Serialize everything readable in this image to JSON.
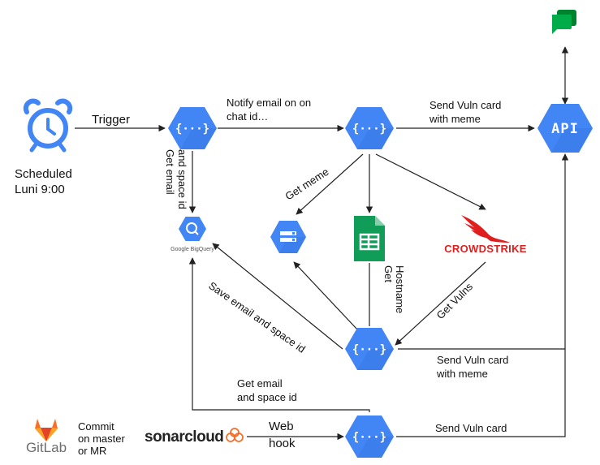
{
  "nodes": {
    "scheduler": {
      "label_line1": "Scheduled",
      "label_line2": "Luni 9:00"
    },
    "function": {
      "symbol": "{···}"
    },
    "api": {
      "label": "API"
    },
    "bigquery": {
      "label": "Google BigQuery"
    },
    "crowdstrike": {
      "label": "CROWDSTRIKE"
    },
    "gitlab": {
      "label": "GitLab"
    },
    "sonarcloud": {
      "label": "sonarcloud"
    }
  },
  "edges": {
    "trigger": "Trigger",
    "notify": {
      "line1": "Notify email on on",
      "line2": "chat id…"
    },
    "send_vuln_meme_top": {
      "line1": "Send Vuln card",
      "line2": "with meme"
    },
    "get_email_space": {
      "line1": "Get email",
      "line2": "and space id"
    },
    "get_meme": "Get meme",
    "get_hostname": {
      "line1": "Get",
      "line2": "Hostname"
    },
    "get_vulns": "Get Vulns",
    "save_email": "Save email and space id",
    "send_vuln_meme_bottom": {
      "line1": "Send Vuln card",
      "line2": "with meme"
    },
    "get_email_space_bottom": {
      "line1": "Get email",
      "line2": "and space id"
    },
    "commit": {
      "line1": "Commit",
      "line2": "on master",
      "line3": "or MR"
    },
    "webhook": {
      "line1": "Web",
      "line2": "hook"
    },
    "send_vuln_card": "Send Vuln card"
  },
  "colors": {
    "gcp_blue": "#4285f4",
    "gcp_blue_dark": "#3367d6",
    "sheets_green": "#0f9d58",
    "sheets_green_dark": "#0b7a45",
    "chat_green": "#00ac47",
    "crowdstrike_red": "#e01e1e",
    "gitlab_orange": "#fc6d26",
    "gitlab_gray": "#6e6e6e",
    "sonar_orange": "#f3702a"
  },
  "icons": [
    "alarm-clock-icon",
    "cloud-function-icon",
    "api-gateway-icon",
    "bigquery-icon",
    "cloud-storage-icon",
    "google-sheets-icon",
    "crowdstrike-falcon-icon",
    "google-chat-icon",
    "gitlab-logo-icon",
    "sonarcloud-logo-icon"
  ]
}
